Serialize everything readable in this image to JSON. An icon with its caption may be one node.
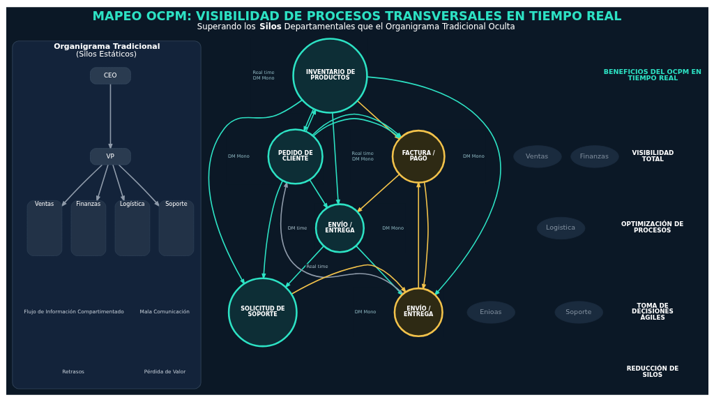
{
  "diagram": {
    "title": "MAPEO OCPM: VISIBILIDAD DE PROCESOS TRANSVERSALES EN TIEMPO REAL",
    "caption": "Superando los **Silos** Departamentales que el Organigrama Tradicional Oculta",
    "nodes": [
      {
        "text": [
          "Organigrama Tradicional",
          "(Silos Estáticos)"
        ]
      },
      {
        "text": [
          "CEO"
        ],
        "in": 0
      },
      {
        "text": [
          "VP"
        ],
        "in": 0
      },
      {
        "text": [
          "Ventas"
        ],
        "in": 0
      },
      {
        "text": [
          "Finanzas"
        ],
        "in": 0
      },
      {
        "text": [
          "Logística"
        ],
        "in": 0
      },
      {
        "text": [
          "Soporte"
        ],
        "in": 0
      },
      {
        "text": [
          "INVENTARIO DE PRODUCTOS"
        ],
        "beside": [
          "Real time DM Mono"
        ]
      },
      {
        "text": [
          "PEDIDO DE CLIENTE"
        ],
        "beside": [
          "DM Mono"
        ]
      },
      {
        "text": [
          "FACTURA / PAGO"
        ],
        "beside": [
          "Real time DM Mono",
          "DM Mono"
        ]
      },
      {
        "text": [
          "ENVÍO / ENTREGA"
        ],
        "beside": [
          "DM Mono"
        ]
      },
      {
        "text": [
          "ENVÍO / ENTREGA"
        ],
        "beside": [
          "DM Mono"
        ]
      },
      {
        "text": [
          "SOLICITUD DE SOPORTE"
        ]
      },
      {
        "text": [
          "Ventas"
        ]
      },
      {
        "text": [
          "Finanzas"
        ]
      },
      {
        "text": [
          "Logistica"
        ]
      },
      {
        "text": [
          "Enioas"
        ]
      },
      {
        "text": [
          "Soporte"
        ]
      }
    ],
    "edges": [
      {
        "from": 1,
        "to": 2,
        "arrow": "to",
        "color": "#8f9baa"
      },
      {
        "from": 2,
        "to": 3,
        "arrow": "to",
        "color": "#8f9baa"
      },
      {
        "from": 2,
        "to": 4,
        "arrow": "to",
        "color": "#8f9baa"
      },
      {
        "from": 2,
        "to": 5,
        "arrow": "to",
        "color": "#8f9baa"
      },
      {
        "from": 2,
        "to": 6,
        "arrow": "to",
        "color": "#8f9baa"
      },
      {
        "from": 8,
        "to": 7,
        "arrow": "to"
      },
      {
        "from": 7,
        "to": 8,
        "arrow": "to"
      },
      {
        "from": 7,
        "to": 9,
        "arrow": "to",
        "color": "#f2c24b"
      },
      {
        "from": 8,
        "to": 9,
        "arrow": "to"
      },
      {
        "from": 9,
        "to": 10,
        "arrow": "to",
        "color": "#f2c24b"
      },
      {
        "from": 8,
        "to": 10,
        "arrow": "to"
      },
      {
        "from": 7,
        "to": 10,
        "arrow": "to"
      },
      {
        "from": 8,
        "to": 12,
        "arrow": "to"
      },
      {
        "from": 7,
        "to": 12,
        "arrow": "to"
      },
      {
        "from": 7,
        "to": 11,
        "arrow": "to"
      },
      {
        "from": 9,
        "to": 11,
        "arrow": "to",
        "color": "#f2c24b"
      },
      {
        "from": 11,
        "to": 9,
        "arrow": "to",
        "color": "#f2c24b"
      },
      {
        "from": 10,
        "to": 11,
        "arrow": "to"
      },
      {
        "from": 10,
        "to": 12,
        "arrow": "to",
        "label": "Real time"
      },
      {
        "from": 12,
        "to": 11,
        "arrow": "to",
        "color": "#f2c24b"
      },
      {
        "from": 11,
        "to": 8,
        "arrow": "to",
        "color": "#8f9baa",
        "label": "DM time"
      }
    ],
    "labels": [
      "BENEFICIOS DEL OCPM EN TIEMPO REAL",
      "VISIBILIDAD TOTAL",
      "OPTIMIZACIÓN DE PROCESOS",
      "TOMA DE DECISIONES ÁGILES",
      "REDUCCIÓN DE SILOS"
    ],
    "legend": [
      {
        "text": "Flujo de Información Compartimentado"
      },
      {
        "text": "Mala Comunicación"
      },
      {
        "text": "Retrasos"
      },
      {
        "text": "Pérdida de Valor"
      }
    ]
  }
}
